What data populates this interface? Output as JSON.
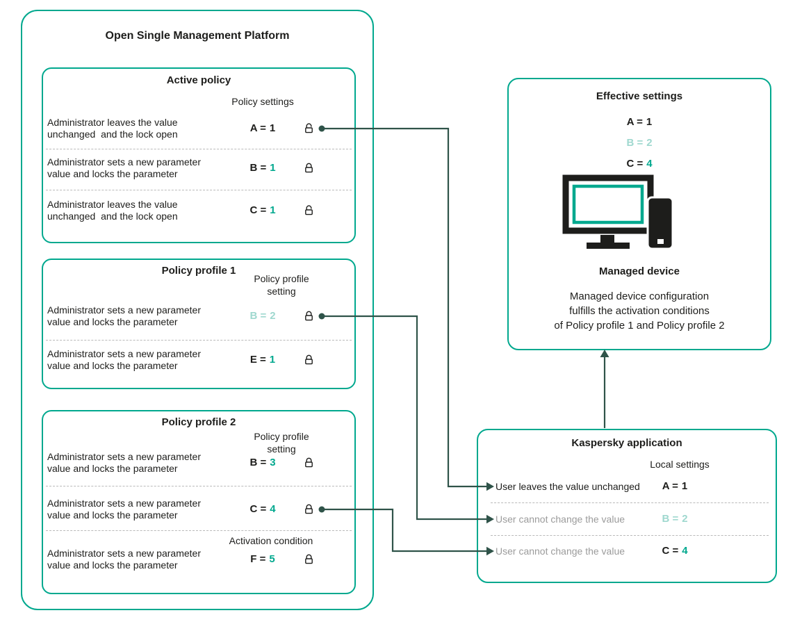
{
  "palette": {
    "teal": "#00a88e",
    "teal_light": "#9fd8cf",
    "line": "#2f5349",
    "black": "#1d1d1b",
    "gray": "#9b9b9b",
    "dash": "#b9b9b9"
  },
  "platform": {
    "title": "Open Single Management Platform",
    "active_policy": {
      "title": "Active policy",
      "column_label": "Policy settings",
      "rows": [
        {
          "text": "Administrator leaves the value\nunchanged  and the lock open",
          "name": "A =",
          "num": "1",
          "name_color": "#1d1d1b",
          "num_color": "#1d1d1b",
          "lock": "open-lock-icon"
        },
        {
          "text": "Administrator sets a new parameter\nvalue and locks the parameter",
          "name": "B =",
          "num": "1",
          "name_color": "#1d1d1b",
          "num_color": "#00a88e",
          "lock": "closed-lock-icon"
        },
        {
          "text": "Administrator leaves the value\nunchanged  and the lock open",
          "name": "C =",
          "num": "1",
          "name_color": "#1d1d1b",
          "num_color": "#00a88e",
          "lock": "open-lock-icon"
        }
      ]
    },
    "policy_profile_1": {
      "title": "Policy profile 1",
      "column_label": "Policy profile\nsetting",
      "rows": [
        {
          "text": "Administrator sets a new parameter\nvalue and locks the parameter",
          "name": "B =",
          "num": "2",
          "name_color": "#9fd8cf",
          "num_color": "#9fd8cf",
          "lock": "closed-lock-icon"
        },
        {
          "text": "Administrator sets a new parameter\nvalue and locks the parameter",
          "name": "E =",
          "num": "1",
          "name_color": "#1d1d1b",
          "num_color": "#00a88e",
          "lock": "closed-lock-icon"
        }
      ]
    },
    "policy_profile_2": {
      "title": "Policy profile 2",
      "column_label": "Policy profile\nsetting",
      "activation_label": "Activation condition",
      "rows": [
        {
          "text": "Administrator sets a new parameter\nvalue and locks the parameter",
          "name": "B =",
          "num": "3",
          "name_color": "#1d1d1b",
          "num_color": "#00a88e",
          "lock": "closed-lock-icon"
        },
        {
          "text": "Administrator sets a new parameter\nvalue and locks the parameter",
          "name": "C =",
          "num": "4",
          "name_color": "#1d1d1b",
          "num_color": "#00a88e",
          "lock": "closed-lock-icon"
        },
        {
          "text": "Administrator sets a new parameter\nvalue and locks the parameter",
          "name": "F =",
          "num": "5",
          "name_color": "#1d1d1b",
          "num_color": "#00a88e",
          "lock": "closed-lock-icon"
        }
      ]
    }
  },
  "effective": {
    "title": "Effective settings",
    "values": [
      {
        "name": "A =",
        "num": "1",
        "name_color": "#1d1d1b",
        "num_color": "#1d1d1b"
      },
      {
        "name": "B =",
        "num": "2",
        "name_color": "#9fd8cf",
        "num_color": "#9fd8cf"
      },
      {
        "name": "C =",
        "num": "4",
        "name_color": "#1d1d1b",
        "num_color": "#00a88e"
      }
    ],
    "device_icon": "managed-device-icon",
    "device_label": "Managed device",
    "description": "Managed device configuration\nfulfills the activation conditions\nof Policy profile 1 and Policy profile 2"
  },
  "kaspersky_app": {
    "title": "Kaspersky application",
    "column_label": "Local settings",
    "rows": [
      {
        "text": "User leaves the value unchanged",
        "text_color": "#1d1d1b",
        "name": "A =",
        "num": "1",
        "name_color": "#1d1d1b",
        "num_color": "#1d1d1b"
      },
      {
        "text": "User cannot change the value",
        "text_color": "#9b9b9b",
        "name": "B =",
        "num": "2",
        "name_color": "#9fd8cf",
        "num_color": "#9fd8cf"
      },
      {
        "text": "User cannot change the value",
        "text_color": "#9b9b9b",
        "name": "C =",
        "num": "4",
        "name_color": "#1d1d1b",
        "num_color": "#00a88e"
      }
    ]
  }
}
